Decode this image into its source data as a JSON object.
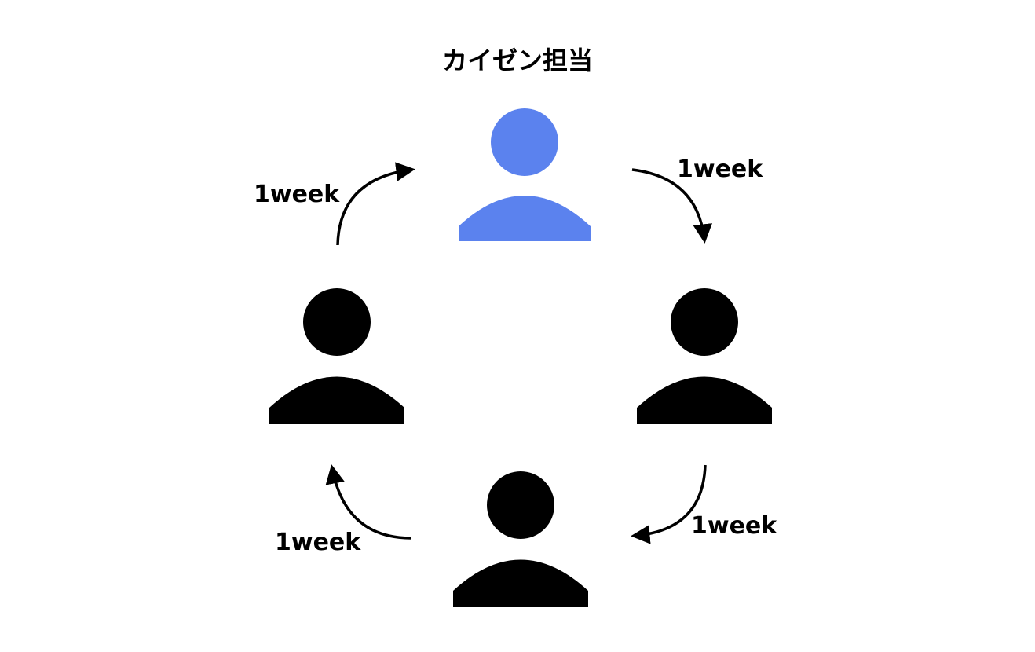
{
  "title": "カイゼン担当",
  "labels": {
    "top_right": "1week",
    "bottom_right": "1week",
    "bottom_left": "1week",
    "top_left": "1week"
  },
  "people": [
    {
      "name": "person-top",
      "role": "highlighted",
      "color": "#5b82ee"
    },
    {
      "name": "person-right",
      "role": "member",
      "color": "#000000"
    },
    {
      "name": "person-bottom",
      "role": "member",
      "color": "#000000"
    },
    {
      "name": "person-left",
      "role": "member",
      "color": "#000000"
    }
  ],
  "arrow_color": "#000000"
}
